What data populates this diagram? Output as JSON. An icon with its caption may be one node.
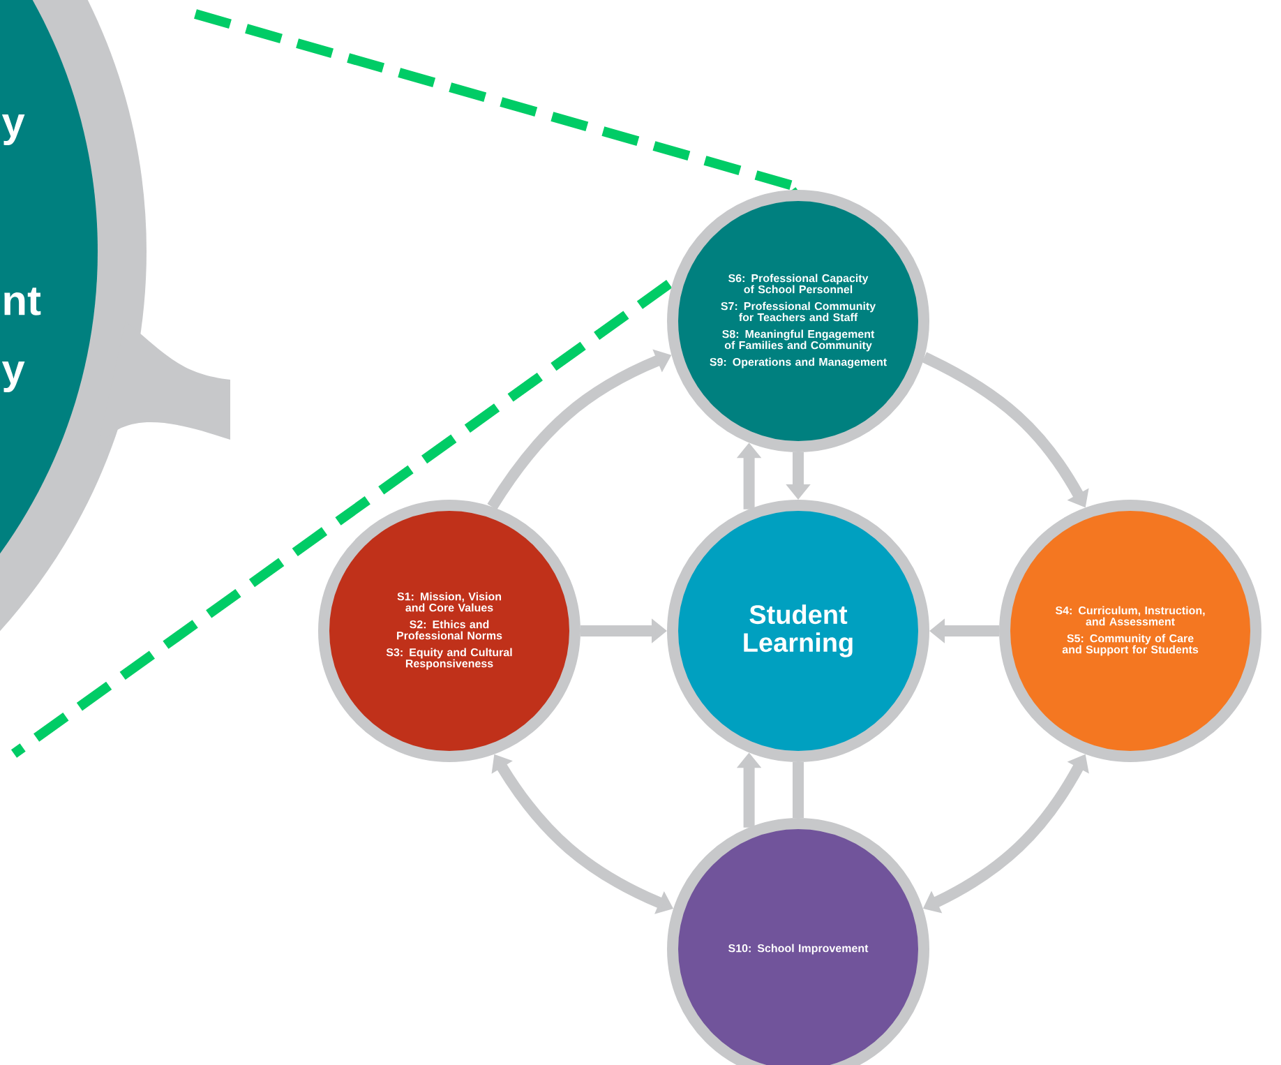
{
  "diagram": {
    "nodes": [
      {
        "text": [
          "y",
          "nt",
          "y"
        ]
      },
      {
        "text": [
          "S6: Professional Capacity of School Personnel",
          "S7: Professional Community for Teachers and Staff",
          "S8: Meaningful Engagement of Families and Community",
          "S9: Operations and Management"
        ]
      },
      {
        "text": [
          "S1: Mission, Vision and Core Values",
          "S2: Ethics and Professional Norms",
          "S3: Equity and Cultural Responsiveness"
        ]
      },
      {
        "text": [
          "Student Learning"
        ]
      },
      {
        "text": [
          "S4: Curriculum, Instruction, and Assessment",
          "S5: Community of Care and Support for Students"
        ]
      },
      {
        "text": [
          "S10: School Improvement"
        ]
      }
    ],
    "edges": [
      {
        "from": 2,
        "to": 1,
        "arrow": "to"
      },
      {
        "from": 1,
        "to": 4,
        "arrow": "to"
      },
      {
        "from": 4,
        "to": 5,
        "arrow": "both"
      },
      {
        "from": 2,
        "to": 5,
        "arrow": "both"
      },
      {
        "from": 2,
        "to": 3,
        "arrow": "to"
      },
      {
        "from": 4,
        "to": 3,
        "arrow": "to"
      },
      {
        "from": 1,
        "to": 3,
        "arrow": "to"
      },
      {
        "from": 3,
        "to": 1,
        "arrow": "to"
      },
      {
        "from": 5,
        "to": 3,
        "arrow": "none"
      },
      {
        "from": 5,
        "to": 3,
        "arrow": "to"
      }
    ]
  }
}
